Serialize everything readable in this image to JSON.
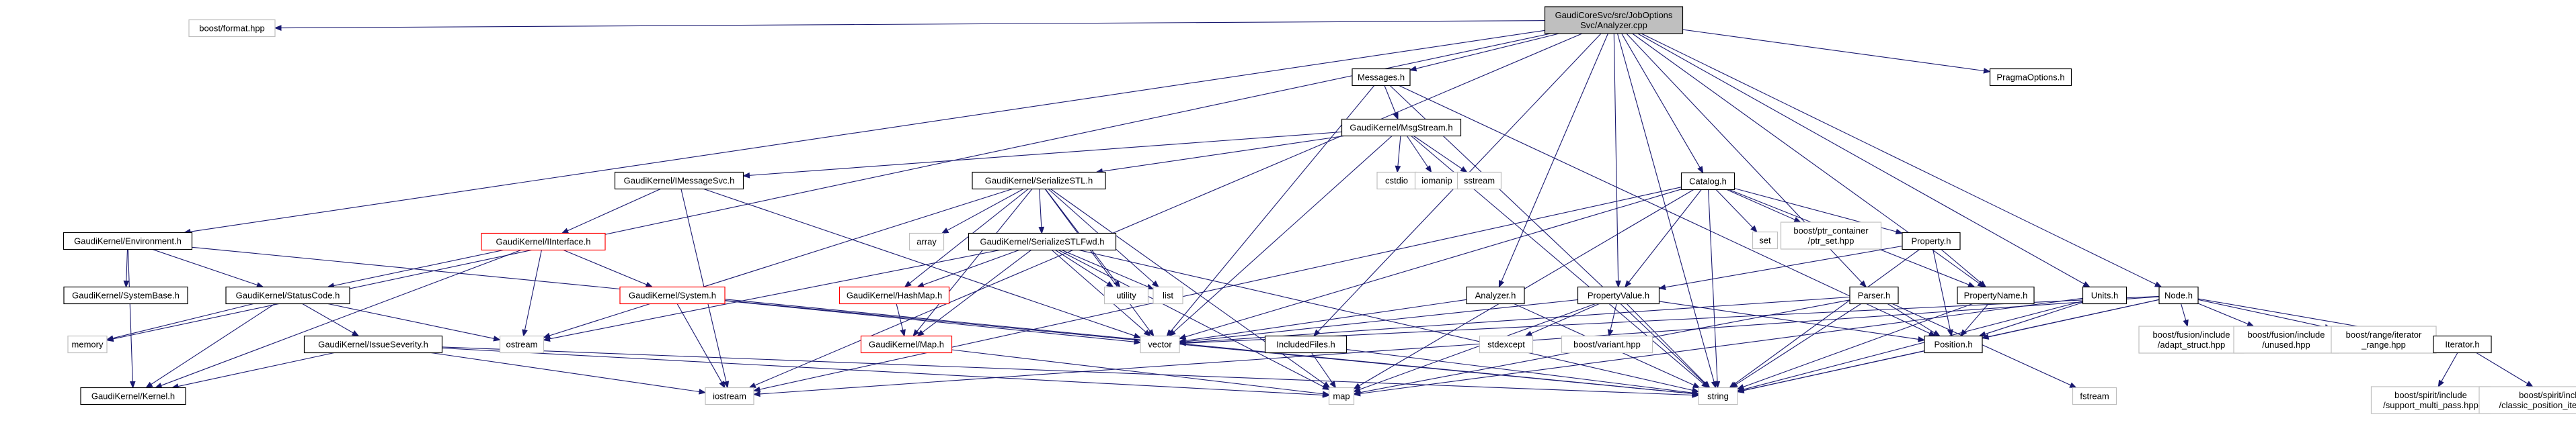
{
  "colors": {
    "edge": "#191970",
    "root_fill": "#bfbfbf",
    "node_fill": "#ffffff",
    "border_documented": "#000000",
    "border_incomplete": "#ff0000",
    "border_external": "#bfbfbf"
  },
  "graph": {
    "nodes": [
      {
        "id": "root",
        "lines": [
          "GaudiCoreSvc/src/JobOptions",
          "Svc/Analyzer.cpp"
        ],
        "kind": "root"
      },
      {
        "id": "memory",
        "lines": [
          "memory"
        ],
        "kind": "external"
      },
      {
        "id": "boost_format",
        "lines": [
          "boost/format.hpp"
        ],
        "kind": "external"
      },
      {
        "id": "environment",
        "lines": [
          "GaudiKernel/Environment.h"
        ],
        "kind": "documented"
      },
      {
        "id": "messages",
        "lines": [
          "Messages.h"
        ],
        "kind": "documented"
      },
      {
        "id": "pragma",
        "lines": [
          "PragmaOptions.h"
        ],
        "kind": "documented"
      },
      {
        "id": "msgstream",
        "lines": [
          "GaudiKernel/MsgStream.h"
        ],
        "kind": "documented"
      },
      {
        "id": "imessagesvc",
        "lines": [
          "GaudiKernel/IMessageSvc.h"
        ],
        "kind": "documented"
      },
      {
        "id": "serializestl",
        "lines": [
          "GaudiKernel/SerializeSTL.h"
        ],
        "kind": "documented"
      },
      {
        "id": "cstdio",
        "lines": [
          "cstdio"
        ],
        "kind": "external"
      },
      {
        "id": "iomanip",
        "lines": [
          "iomanip"
        ],
        "kind": "external"
      },
      {
        "id": "sstream",
        "lines": [
          "sstream"
        ],
        "kind": "external"
      },
      {
        "id": "catalog",
        "lines": [
          "Catalog.h"
        ],
        "kind": "documented"
      },
      {
        "id": "iinterface",
        "lines": [
          "GaudiKernel/IInterface.h"
        ],
        "kind": "incomplete"
      },
      {
        "id": "serializestlfwd",
        "lines": [
          "GaudiKernel/SerializeSTLFwd.h"
        ],
        "kind": "documented"
      },
      {
        "id": "array",
        "lines": [
          "array"
        ],
        "kind": "external"
      },
      {
        "id": "set",
        "lines": [
          "set"
        ],
        "kind": "external"
      },
      {
        "id": "ptr_set",
        "lines": [
          "boost/ptr_container",
          "/ptr_set.hpp"
        ],
        "kind": "external"
      },
      {
        "id": "property",
        "lines": [
          "Property.h"
        ],
        "kind": "documented"
      },
      {
        "id": "systembase",
        "lines": [
          "GaudiKernel/SystemBase.h"
        ],
        "kind": "documented"
      },
      {
        "id": "statuscode",
        "lines": [
          "GaudiKernel/StatusCode.h"
        ],
        "kind": "documented"
      },
      {
        "id": "system",
        "lines": [
          "GaudiKernel/System.h"
        ],
        "kind": "incomplete"
      },
      {
        "id": "hashmap",
        "lines": [
          "GaudiKernel/HashMap.h"
        ],
        "kind": "incomplete"
      },
      {
        "id": "utility",
        "lines": [
          "utility"
        ],
        "kind": "external"
      },
      {
        "id": "list",
        "lines": [
          "list"
        ],
        "kind": "external"
      },
      {
        "id": "analyzer_h",
        "lines": [
          "Analyzer.h"
        ],
        "kind": "documented"
      },
      {
        "id": "propertyvalue",
        "lines": [
          "PropertyValue.h"
        ],
        "kind": "documented"
      },
      {
        "id": "parser",
        "lines": [
          "Parser.h"
        ],
        "kind": "documented"
      },
      {
        "id": "propertyname",
        "lines": [
          "PropertyName.h"
        ],
        "kind": "documented"
      },
      {
        "id": "units",
        "lines": [
          "Units.h"
        ],
        "kind": "documented"
      },
      {
        "id": "node",
        "lines": [
          "Node.h"
        ],
        "kind": "documented"
      },
      {
        "id": "vector",
        "lines": [
          "vector"
        ],
        "kind": "external"
      },
      {
        "id": "ostream",
        "lines": [
          "ostream"
        ],
        "kind": "external"
      },
      {
        "id": "stdexcept",
        "lines": [
          "stdexcept"
        ],
        "kind": "external"
      },
      {
        "id": "variant",
        "lines": [
          "boost/variant.hpp"
        ],
        "kind": "external"
      },
      {
        "id": "position",
        "lines": [
          "Position.h"
        ],
        "kind": "documented"
      },
      {
        "id": "adapt_struct",
        "lines": [
          "boost/fusion/include",
          "/adapt_struct.hpp"
        ],
        "kind": "external"
      },
      {
        "id": "unused",
        "lines": [
          "boost/fusion/include",
          "/unused.hpp"
        ],
        "kind": "external"
      },
      {
        "id": "iterator_range",
        "lines": [
          "boost/range/iterator",
          "_range.hpp"
        ],
        "kind": "external"
      },
      {
        "id": "iterator_h",
        "lines": [
          "Iterator.h"
        ],
        "kind": "documented"
      },
      {
        "id": "issueseverity",
        "lines": [
          "GaudiKernel/IssueSeverity.h"
        ],
        "kind": "documented"
      },
      {
        "id": "map_h",
        "lines": [
          "GaudiKernel/Map.h"
        ],
        "kind": "incomplete"
      },
      {
        "id": "includedfiles",
        "lines": [
          "IncludedFiles.h"
        ],
        "kind": "documented"
      },
      {
        "id": "kernel",
        "lines": [
          "GaudiKernel/Kernel.h"
        ],
        "kind": "documented"
      },
      {
        "id": "iostream",
        "lines": [
          "iostream"
        ],
        "kind": "external"
      },
      {
        "id": "map",
        "lines": [
          "map"
        ],
        "kind": "external"
      },
      {
        "id": "string",
        "lines": [
          "string"
        ],
        "kind": "external"
      },
      {
        "id": "fstream",
        "lines": [
          "fstream"
        ],
        "kind": "external"
      },
      {
        "id": "multi_pass",
        "lines": [
          "boost/spirit/include",
          "/support_multi_pass.hpp"
        ],
        "kind": "external"
      },
      {
        "id": "classic_pos",
        "lines": [
          "boost/spirit/include",
          "/classic_position_iterator.hpp"
        ],
        "kind": "external"
      }
    ],
    "edges": [
      [
        "root",
        "memory"
      ],
      [
        "root",
        "boost_format"
      ],
      [
        "root",
        "environment"
      ],
      [
        "root",
        "messages"
      ],
      [
        "root",
        "pragma"
      ],
      [
        "root",
        "catalog"
      ],
      [
        "root",
        "analyzer_h"
      ],
      [
        "root",
        "propertyvalue"
      ],
      [
        "root",
        "parser"
      ],
      [
        "root",
        "propertyname"
      ],
      [
        "root",
        "units"
      ],
      [
        "root",
        "node"
      ],
      [
        "root",
        "includedfiles"
      ],
      [
        "root",
        "iostream"
      ],
      [
        "root",
        "string"
      ],
      [
        "environment",
        "systembase"
      ],
      [
        "environment",
        "statuscode"
      ],
      [
        "environment",
        "kernel"
      ],
      [
        "environment",
        "string"
      ],
      [
        "messages",
        "msgstream"
      ],
      [
        "messages",
        "position"
      ],
      [
        "messages",
        "string"
      ],
      [
        "messages",
        "vector"
      ],
      [
        "msgstream",
        "imessagesvc"
      ],
      [
        "msgstream",
        "serializestl"
      ],
      [
        "msgstream",
        "cstdio"
      ],
      [
        "msgstream",
        "iomanip"
      ],
      [
        "msgstream",
        "sstream"
      ],
      [
        "msgstream",
        "string"
      ],
      [
        "msgstream",
        "vector"
      ],
      [
        "imessagesvc",
        "iinterface"
      ],
      [
        "imessagesvc",
        "iostream"
      ],
      [
        "imessagesvc",
        "vector"
      ],
      [
        "serializestl",
        "serializestlfwd"
      ],
      [
        "serializestl",
        "array"
      ],
      [
        "serializestl",
        "hashmap"
      ],
      [
        "serializestl",
        "map_h"
      ],
      [
        "serializestl",
        "utility"
      ],
      [
        "serializestl",
        "list"
      ],
      [
        "serializestl",
        "ostream"
      ],
      [
        "serializestl",
        "vector"
      ],
      [
        "serializestl",
        "map"
      ],
      [
        "iinterface",
        "statuscode"
      ],
      [
        "iinterface",
        "system"
      ],
      [
        "iinterface",
        "kernel"
      ],
      [
        "iinterface",
        "ostream"
      ],
      [
        "statuscode",
        "issueseverity"
      ],
      [
        "statuscode",
        "memory"
      ],
      [
        "statuscode",
        "ostream"
      ],
      [
        "statuscode",
        "kernel"
      ],
      [
        "system",
        "vector"
      ],
      [
        "system",
        "string"
      ],
      [
        "system",
        "iostream"
      ],
      [
        "issueseverity",
        "kernel"
      ],
      [
        "issueseverity",
        "map"
      ],
      [
        "issueseverity",
        "string"
      ],
      [
        "issueseverity",
        "iostream"
      ],
      [
        "serializestlfwd",
        "hashmap"
      ],
      [
        "serializestlfwd",
        "map_h"
      ],
      [
        "serializestlfwd",
        "utility"
      ],
      [
        "serializestlfwd",
        "list"
      ],
      [
        "serializestlfwd",
        "vector"
      ],
      [
        "serializestlfwd",
        "map"
      ],
      [
        "serializestlfwd",
        "string"
      ],
      [
        "serializestlfwd",
        "ostream"
      ],
      [
        "hashmap",
        "map_h"
      ],
      [
        "map_h",
        "map"
      ],
      [
        "catalog",
        "set"
      ],
      [
        "catalog",
        "ptr_set"
      ],
      [
        "catalog",
        "property"
      ],
      [
        "catalog",
        "propertyname"
      ],
      [
        "catalog",
        "propertyvalue"
      ],
      [
        "catalog",
        "string"
      ],
      [
        "catalog",
        "vector"
      ],
      [
        "catalog",
        "map"
      ],
      [
        "catalog",
        "iostream"
      ],
      [
        "property",
        "propertyvalue"
      ],
      [
        "property",
        "propertyname"
      ],
      [
        "property",
        "position"
      ],
      [
        "property",
        "string"
      ],
      [
        "propertyvalue",
        "position"
      ],
      [
        "propertyvalue",
        "stdexcept"
      ],
      [
        "propertyvalue",
        "variant"
      ],
      [
        "propertyvalue",
        "vector"
      ],
      [
        "propertyvalue",
        "string"
      ],
      [
        "propertyvalue",
        "map"
      ],
      [
        "propertyname",
        "position"
      ],
      [
        "propertyname",
        "string"
      ],
      [
        "analyzer_h",
        "vector"
      ],
      [
        "analyzer_h",
        "string"
      ],
      [
        "parser",
        "position"
      ],
      [
        "parser",
        "string"
      ],
      [
        "parser",
        "vector"
      ],
      [
        "parser",
        "fstream"
      ],
      [
        "parser",
        "map"
      ],
      [
        "units",
        "position"
      ],
      [
        "units",
        "map"
      ],
      [
        "units",
        "string"
      ],
      [
        "node",
        "position"
      ],
      [
        "node",
        "adapt_struct"
      ],
      [
        "node",
        "unused"
      ],
      [
        "node",
        "iterator_range"
      ],
      [
        "node",
        "iterator_h"
      ],
      [
        "node",
        "string"
      ],
      [
        "node",
        "vector"
      ],
      [
        "node",
        "iostream"
      ],
      [
        "iterator_h",
        "multi_pass"
      ],
      [
        "iterator_h",
        "classic_pos"
      ],
      [
        "includedfiles",
        "map"
      ],
      [
        "includedfiles",
        "string"
      ],
      [
        "position",
        "string"
      ]
    ]
  }
}
